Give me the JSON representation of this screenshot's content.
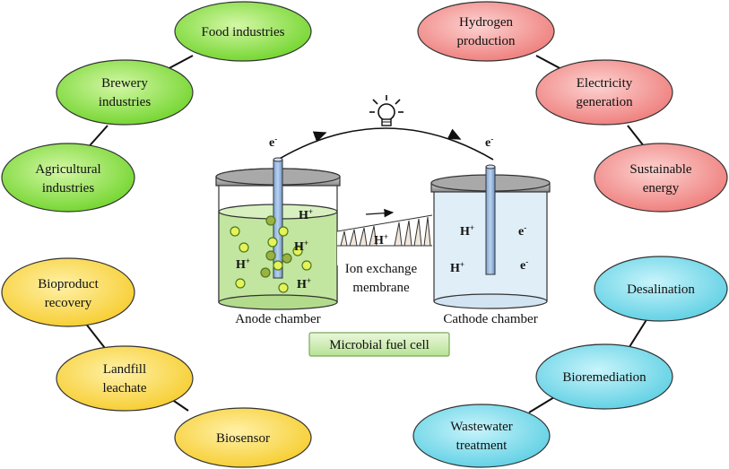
{
  "colors": {
    "green": "#8ee04a",
    "red": "#f08a88",
    "yellow": "#f7d54a",
    "cyan": "#6ed8ea"
  },
  "groups": {
    "top_left": [
      "Food industries",
      "Brewery industries",
      "Agricultural industries"
    ],
    "top_right": [
      "Hydrogen production",
      "Electricity generation",
      "Sustainable energy"
    ],
    "bottom_left": [
      "Bioproduct recovery",
      "Landfill leachate",
      "Biosensor"
    ],
    "bottom_right": [
      "Desalination",
      "Bioremediation",
      "Wastewater treatment"
    ]
  },
  "ovals": {
    "food_industries": [
      "Food industries"
    ],
    "brewery_industries": [
      "Brewery",
      "industries"
    ],
    "agricultural_industries": [
      "Agricultural",
      "industries"
    ],
    "hydrogen_production": [
      "Hydrogen",
      "production"
    ],
    "electricity_generation": [
      "Electricity",
      "generation"
    ],
    "sustainable_energy": [
      "Sustainable",
      "energy"
    ],
    "bioproduct_recovery": [
      "Bioproduct",
      "recovery"
    ],
    "landfill_leachate": [
      "Landfill",
      "leachate"
    ],
    "biosensor": [
      "Biosensor"
    ],
    "desalination": [
      "Desalination"
    ],
    "bioremediation": [
      "Bioremediation"
    ],
    "wastewater_treatment": [
      "Wastewater",
      "treatment"
    ]
  },
  "cell": {
    "title": "Microbial fuel cell",
    "anode_label": "Anode chamber",
    "cathode_label": "Cathode chamber",
    "membrane_label": [
      "Ion exchange",
      "membrane"
    ],
    "electron": "e",
    "electron_sup": "-",
    "proton": "H",
    "proton_sup": "+",
    "bulb_icon": "light-bulb-icon"
  }
}
